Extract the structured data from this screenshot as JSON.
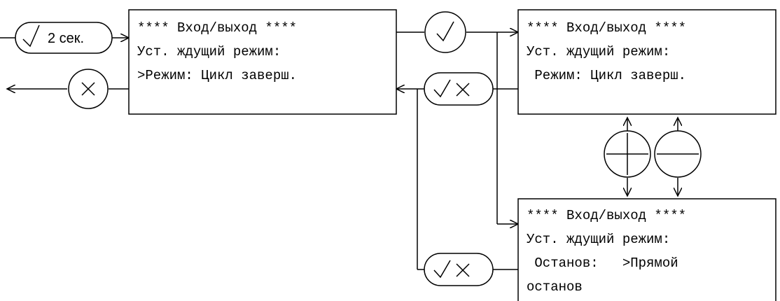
{
  "screens": {
    "start": {
      "line1": "**** Вход/выход ****",
      "line2": "Уст. ждущий режим:",
      "line3": ">Режим: Цикл заверш."
    },
    "confirm": {
      "line1": "**** Вход/выход ****",
      "line2": "Уст. ждущий режим:",
      "line3": " Режим: Цикл заверш."
    },
    "stop": {
      "line1": "**** Вход/выход ****",
      "line2": "Уст. ждущий режим:",
      "line3": " Останов:   >Прямой",
      "line4": "останов"
    }
  },
  "buttons": {
    "hold_label": "2 сек.",
    "ok_icon": "check-icon",
    "cancel_icon": "cross-icon",
    "ok_cancel_icon": "check-cross-icon",
    "plus_icon": "plus-icon",
    "minus_icon": "minus-icon"
  }
}
